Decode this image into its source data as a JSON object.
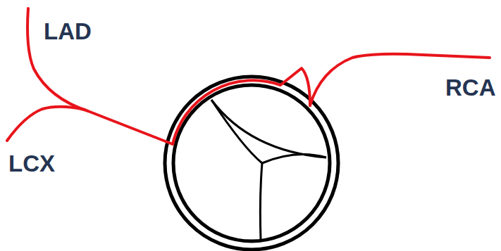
{
  "diagram": {
    "labels": [
      "LAD",
      "LCX",
      "RCA"
    ]
  }
}
